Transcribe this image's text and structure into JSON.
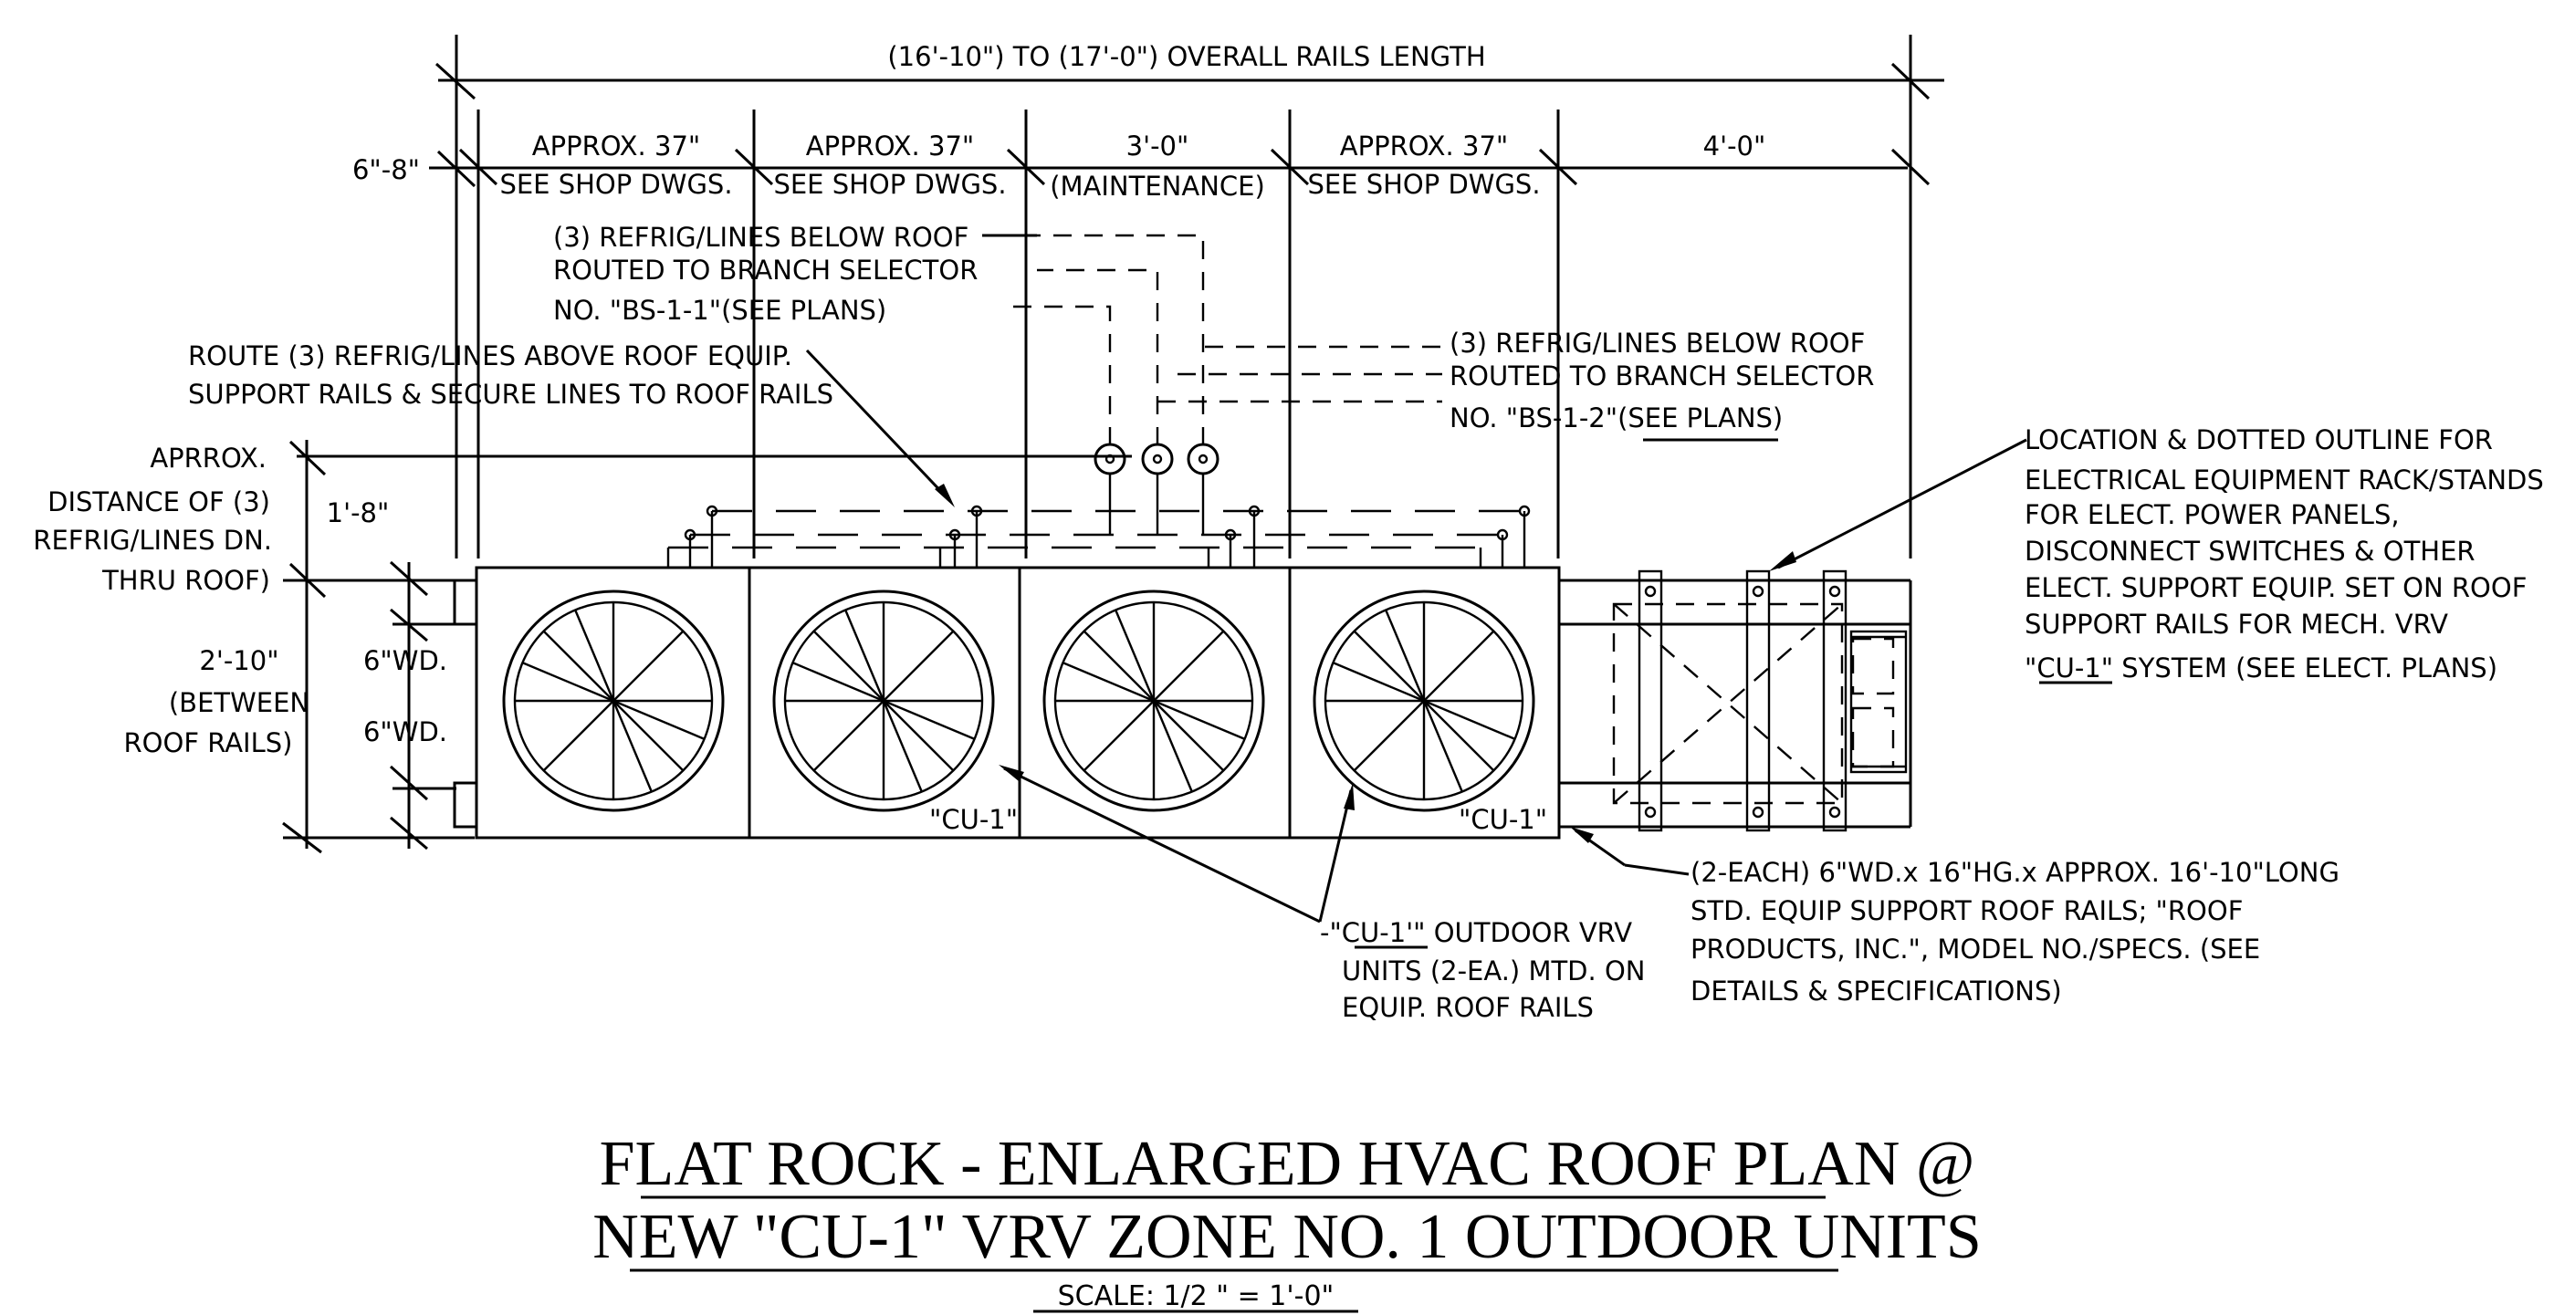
{
  "title": {
    "line1": "FLAT ROCK - ENLARGED  HVAC  ROOF  PLAN  @",
    "line2": "NEW \"CU-1\"  VRV  ZONE  NO. 1  OUTDOOR  UNITS",
    "scale": "SCALE:   1/2 \"  =  1'-0\""
  },
  "dimensions": {
    "overall": "(16'-10\")  TO  (17'-0\")  OVERALL  RAILS  LENGTH",
    "seg1_top": "APPROX.  37\"",
    "seg1_bot": "SEE  SHOP  DWGS.",
    "seg2_top": "APPROX.  37\"",
    "seg2_bot": "SEE  SHOP  DWGS.",
    "seg3_top": "3'-0\"",
    "seg3_bot": "(MAINTENANCE)",
    "seg4_top": "APPROX.  37\"",
    "seg4_bot": "SEE  SHOP  DWGS.",
    "seg5": "4'-0\"",
    "left_offset": "6\"-8\"",
    "refrig_offset": "1'-8\"",
    "between_rails_1": "2'-10\"",
    "between_rails_2": "(BETWEEN",
    "between_rails_3": "ROOF RAILS)",
    "rail_width_a": "6\"WD.",
    "rail_width_b": "6\"WD."
  },
  "notes": {
    "refrig_bs11": [
      "(3)  REFRIG/LINES  BELOW  ROOF",
      "ROUTED  TO  BRANCH  SELECTOR",
      "NO.  \"BS-1-1\"(SEE  PLANS)"
    ],
    "refrig_bs12": [
      "(3)  REFRIG/LINES  BELOW  ROOF",
      "ROUTED  TO  BRANCH  SELECTOR",
      "NO.  \"BS-1-2\"(SEE  PLANS)"
    ],
    "route_above": [
      "ROUTE  (3)  REFRIG/LINES  ABOVE  ROOF  EQUIP.",
      "SUPPORT  RAILS  &  SECURE  LINES  TO  ROOF  RAILS"
    ],
    "distance": [
      "APRROX.",
      "DISTANCE  OF  (3)",
      "REFRIG/LINES  DN.",
      "THRU  ROOF)"
    ],
    "elect_rack": [
      "LOCATION  &  DOTTED  OUTLINE  FOR",
      "ELECTRICAL  EQUIPMENT  RACK/STANDS",
      "FOR  ELECT.  POWER  PANELS,",
      "DISCONNECT  SWITCHES  &  OTHER",
      "ELECT.  SUPPORT  EQUIP.  SET  ON  ROOF",
      "SUPPORT  RAILS  FOR  MECH.  VRV",
      "\"CU-1\"  SYSTEM  (SEE  ELECT.  PLANS)"
    ],
    "cu1_units": [
      "-\"CU-1'\"  OUTDOOR  VRV",
      "UNITS  (2-EA.)  MTD.  ON",
      "EQUIP.  ROOF  RAILS"
    ],
    "rails": [
      "(2-EACH)  6\"WD.x  16\"HG.x  APPROX.  16'-10\"LONG",
      "STD.  EQUIP  SUPPORT  ROOF  RAILS;  \"ROOF",
      "PRODUCTS,  INC.\",  MODEL  NO./SPECS.  (SEE",
      "DETAILS  &  SPECIFICATIONS)"
    ]
  },
  "unit_labels": {
    "left": "\"CU-1\"",
    "right": "\"CU-1\""
  }
}
